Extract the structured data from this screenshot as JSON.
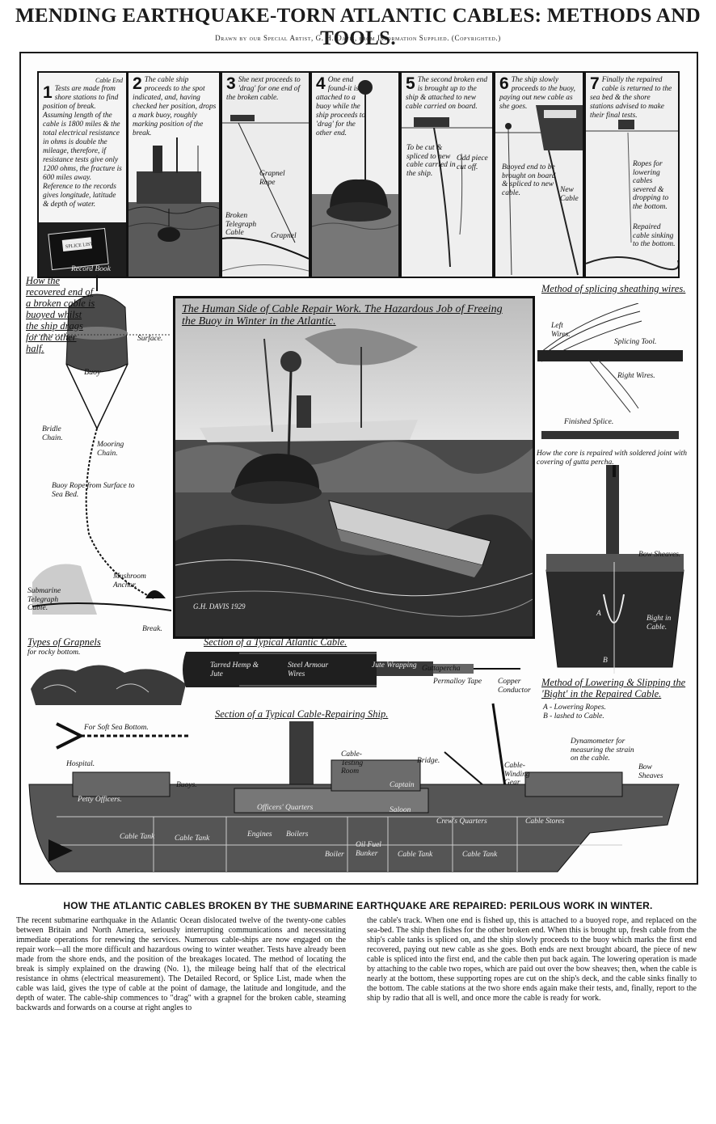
{
  "title": "MENDING EARTHQUAKE-TORN ATLANTIC CABLES: METHODS AND TOOLS.",
  "credit": "Drawn by our Special Artist, G. H. Davis, from Information Supplied. (Copyrighted.)",
  "panels": [
    {
      "number": "1",
      "corner": "Cable End",
      "text": "Tests are made from shore stations to find position of break. Assuming length of the cable is 1800 miles & the total electrical resistance in ohms is double the mileage, therefore, if resistance tests give only 1200 ohms, the fracture is 600 miles away. Reference to the records gives longitude, latitude & depth of water.",
      "book": "SPLICE LIST",
      "book_caption": "Record Book"
    },
    {
      "number": "2",
      "text": "The cable ship proceeds to the spot indicated, and, having checked her position, drops a mark buoy, roughly marking position of the break."
    },
    {
      "number": "3",
      "text": "She next proceeds to 'drag' for one end of the broken cable.",
      "labels": [
        "Grapnel Rope",
        "Broken Telegraph Cable",
        "Grapnel"
      ]
    },
    {
      "number": "4",
      "text": "One end found-it is attached to a buoy while the ship proceeds to 'drag' for the other end."
    },
    {
      "number": "5",
      "text": "The second broken end is brought up to the ship & attached to new cable carried on board.",
      "labels": [
        "To be cut & spliced to new cable carried in the ship.",
        "Odd piece cut off."
      ]
    },
    {
      "number": "6",
      "text": "The ship slowly proceeds to the buoy, paying out new cable as she goes.",
      "labels": [
        "Buoyed end to be brought on board & spliced to new cable.",
        "New Cable"
      ]
    },
    {
      "number": "7",
      "text": "Finally the repaired cable is returned to the sea bed & the shore stations advised to make their final tests.",
      "labels": [
        "Ropes for lowering cables severed & dropping to the bottom.",
        "Repaired cable sinking to the bottom."
      ]
    }
  ],
  "left": {
    "heading": "How the recovered end of a broken cable is buoyed whilst the ship drags for the other half.",
    "labels": {
      "surface": "Surface.",
      "buoy": "Buoy",
      "bridle": "Bridle Chain.",
      "mooring": "Mooring Chain.",
      "buoy_rope": "Buoy Rope from Surface to Sea Bed.",
      "mushroom": "Mushroom Anchor.",
      "submarine": "Submarine Telegraph Cable.",
      "break": "Break."
    }
  },
  "center": {
    "caption": "The Human Side of Cable Repair Work. The Hazardous Job of Freeing the Buoy in Winter in the Atlantic.",
    "signature": "G.H. DAVIS 1929"
  },
  "right": {
    "splice_heading": "Method of splicing sheathing wires.",
    "labels": {
      "left_wires": "Left Wires.",
      "tool": "Splicing Tool.",
      "right_wires": "Right Wires.",
      "finished": "Finished Splice.",
      "core": "How the core is repaired with soldered joint with covering of gutta percha.",
      "bow_sheaves": "Bow Sheaves.",
      "bight": "Bight in Cable.",
      "a": "A",
      "b": "B"
    },
    "lowering_heading": "Method of Lowering & Slipping the 'Bight' in the Repaired Cable.",
    "lowering_a": "A - Lowering Ropes.",
    "lowering_b": "B - lashed to Cable."
  },
  "grapnels": {
    "heading": "Types of Grapnels",
    "sub": "for rocky bottom.",
    "soft": "For Soft Sea Bottom."
  },
  "cable_section": {
    "heading": "Section of a Typical Atlantic Cable.",
    "labels": [
      "Tarred Hemp & Jute",
      "Steel Armour Wires",
      "Jute Wrapping",
      "Guttapercha",
      "Permalloy Tape",
      "Copper Conductor"
    ]
  },
  "ship": {
    "heading": "Section of a Typical Cable-Repairing Ship.",
    "labels": {
      "hospital": "Hospital.",
      "petty": "Petty Officers.",
      "buoys": "Buoys.",
      "cable_tank": "Cable Tank",
      "officers": "Officers' Quarters",
      "engines": "Engines",
      "boilers": "Boilers",
      "boiler": "Boiler",
      "oil": "Oil Fuel Bunker",
      "cable_testing": "Cable-Testing Room",
      "captain": "Captain",
      "bridge": "Bridge.",
      "saloon": "Saloon",
      "crew": "Crew's Quarters",
      "cable_winding": "Cable-Winding Gear",
      "dynamometer": "Dynamometer for measuring the strain on the cable.",
      "bow_sheaves": "Bow Sheaves",
      "cable_stores": "Cable Stores"
    }
  },
  "footer": {
    "heading": "HOW THE ATLANTIC CABLES BROKEN BY THE SUBMARINE EARTHQUAKE ARE REPAIRED: PERILOUS WORK IN WINTER.",
    "col1": "The recent submarine earthquake in the Atlantic Ocean dislocated twelve of the twenty-one cables between Britain and North America, seriously interrupting communications and necessitating immediate operations for renewing the services. Numerous cable-ships are now engaged on the repair work—all the more difficult and hazardous owing to winter weather. Tests have already been made from the shore ends, and the position of the breakages located. The method of locating the break is simply explained on the drawing (No. 1), the mileage being half that of the electrical resistance in ohms (electrical measurement). The Detailed Record, or Splice List, made when the cable was laid, gives the type of cable at the point of damage, the latitude and longitude, and the depth of water. The cable-ship commences to \"drag\" with a grapnel for the broken cable, steaming backwards and forwards on a course at right angles to",
    "col2": "the cable's track. When one end is fished up, this is attached to a buoyed rope, and replaced on the sea-bed. The ship then fishes for the other broken end. When this is brought up, fresh cable from the ship's cable tanks is spliced on, and the ship slowly proceeds to the buoy which marks the first end recovered, paying out new cable as she goes. Both ends are next brought aboard, the piece of new cable is spliced into the first end, and the cable then put back again. The lowering operation is made by attaching to the cable two ropes, which are paid out over the bow sheaves; then, when the cable is nearly at the bottom, these supporting ropes are cut on the ship's deck, and the cable sinks finally to the bottom. The cable stations at the two shore ends again make their tests, and, finally, report to the ship by radio that all is well, and once more the cable is ready for work."
  }
}
